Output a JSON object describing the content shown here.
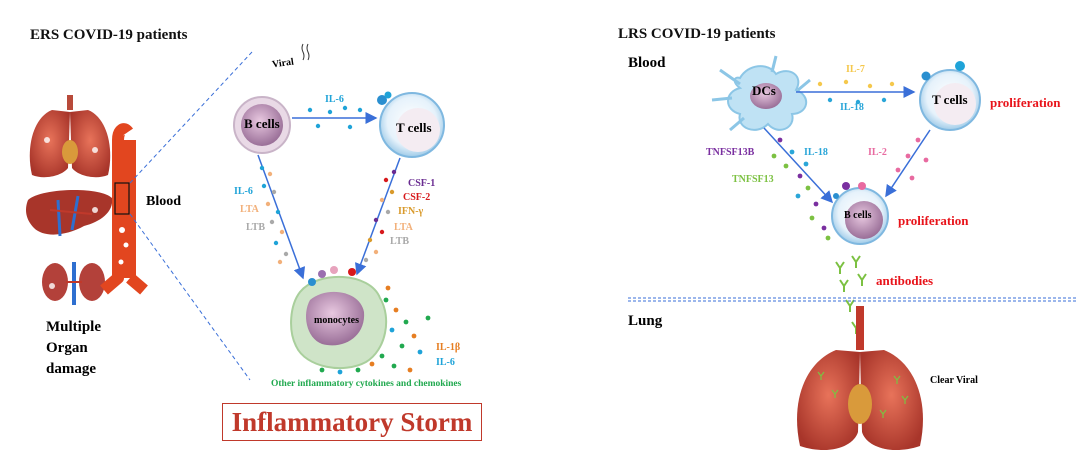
{
  "left_panel": {
    "header": "ERS COVID-19 patients",
    "blood_label": "Blood",
    "organ_damage": [
      "Multiple",
      "Organ",
      "damage"
    ],
    "viral_label": "Viral",
    "b_cells": "B cells",
    "t_cells": "T cells",
    "monocytes": "monocytes",
    "il6_top": "IL-6",
    "left_cytokines": [
      "IL-6",
      "LTA",
      "LTB"
    ],
    "right_cytokines": [
      "CSF-1",
      "CSF-2",
      "IFN-γ",
      "LTA",
      "LTB"
    ],
    "bottom_cytokines": [
      "IL-1β",
      "IL-6"
    ],
    "other_cytokines": "Other inflammatory cytokines and chemokines",
    "storm": "Inflammatory Storm"
  },
  "right_panel": {
    "header": "LRS COVID-19  patients",
    "blood_label": "Blood",
    "lung_label": "Lung",
    "dcs": "DCs",
    "t_cells": "T cells",
    "b_cells": "B cells",
    "il7": "IL-7",
    "il18_top": "IL-18",
    "tnfsf13b": "TNFSF13B",
    "il18_mid": "IL-18",
    "tnfsf13": "TNFSF13",
    "il2": "IL-2",
    "proliferation_t": "proliferation",
    "proliferation_b": "proliferation",
    "antibodies": "antibodies",
    "clear_viral": "Clear Viral"
  },
  "colors": {
    "arrow_blue": "#3a6fd8",
    "il6_cyan": "#1fa3d8",
    "il7_yellow": "#f5c84c",
    "il18_cyan": "#2aa6d8",
    "tnfsf13b_purple": "#7a2fa0",
    "tnfsf13_green": "#7cc142",
    "il2_pink": "#e86aa0",
    "proliferation_red": "#e8131a",
    "storm_red": "#c0392b",
    "other_green": "#21a94f",
    "csf1_purple": "#6a2c91",
    "csf2_red": "#d7191c",
    "ifng_orange": "#d99a2b",
    "lta_peach": "#f2b07a",
    "ltb_gray": "#a9a9a9",
    "il1b_orange": "#e67e22"
  }
}
